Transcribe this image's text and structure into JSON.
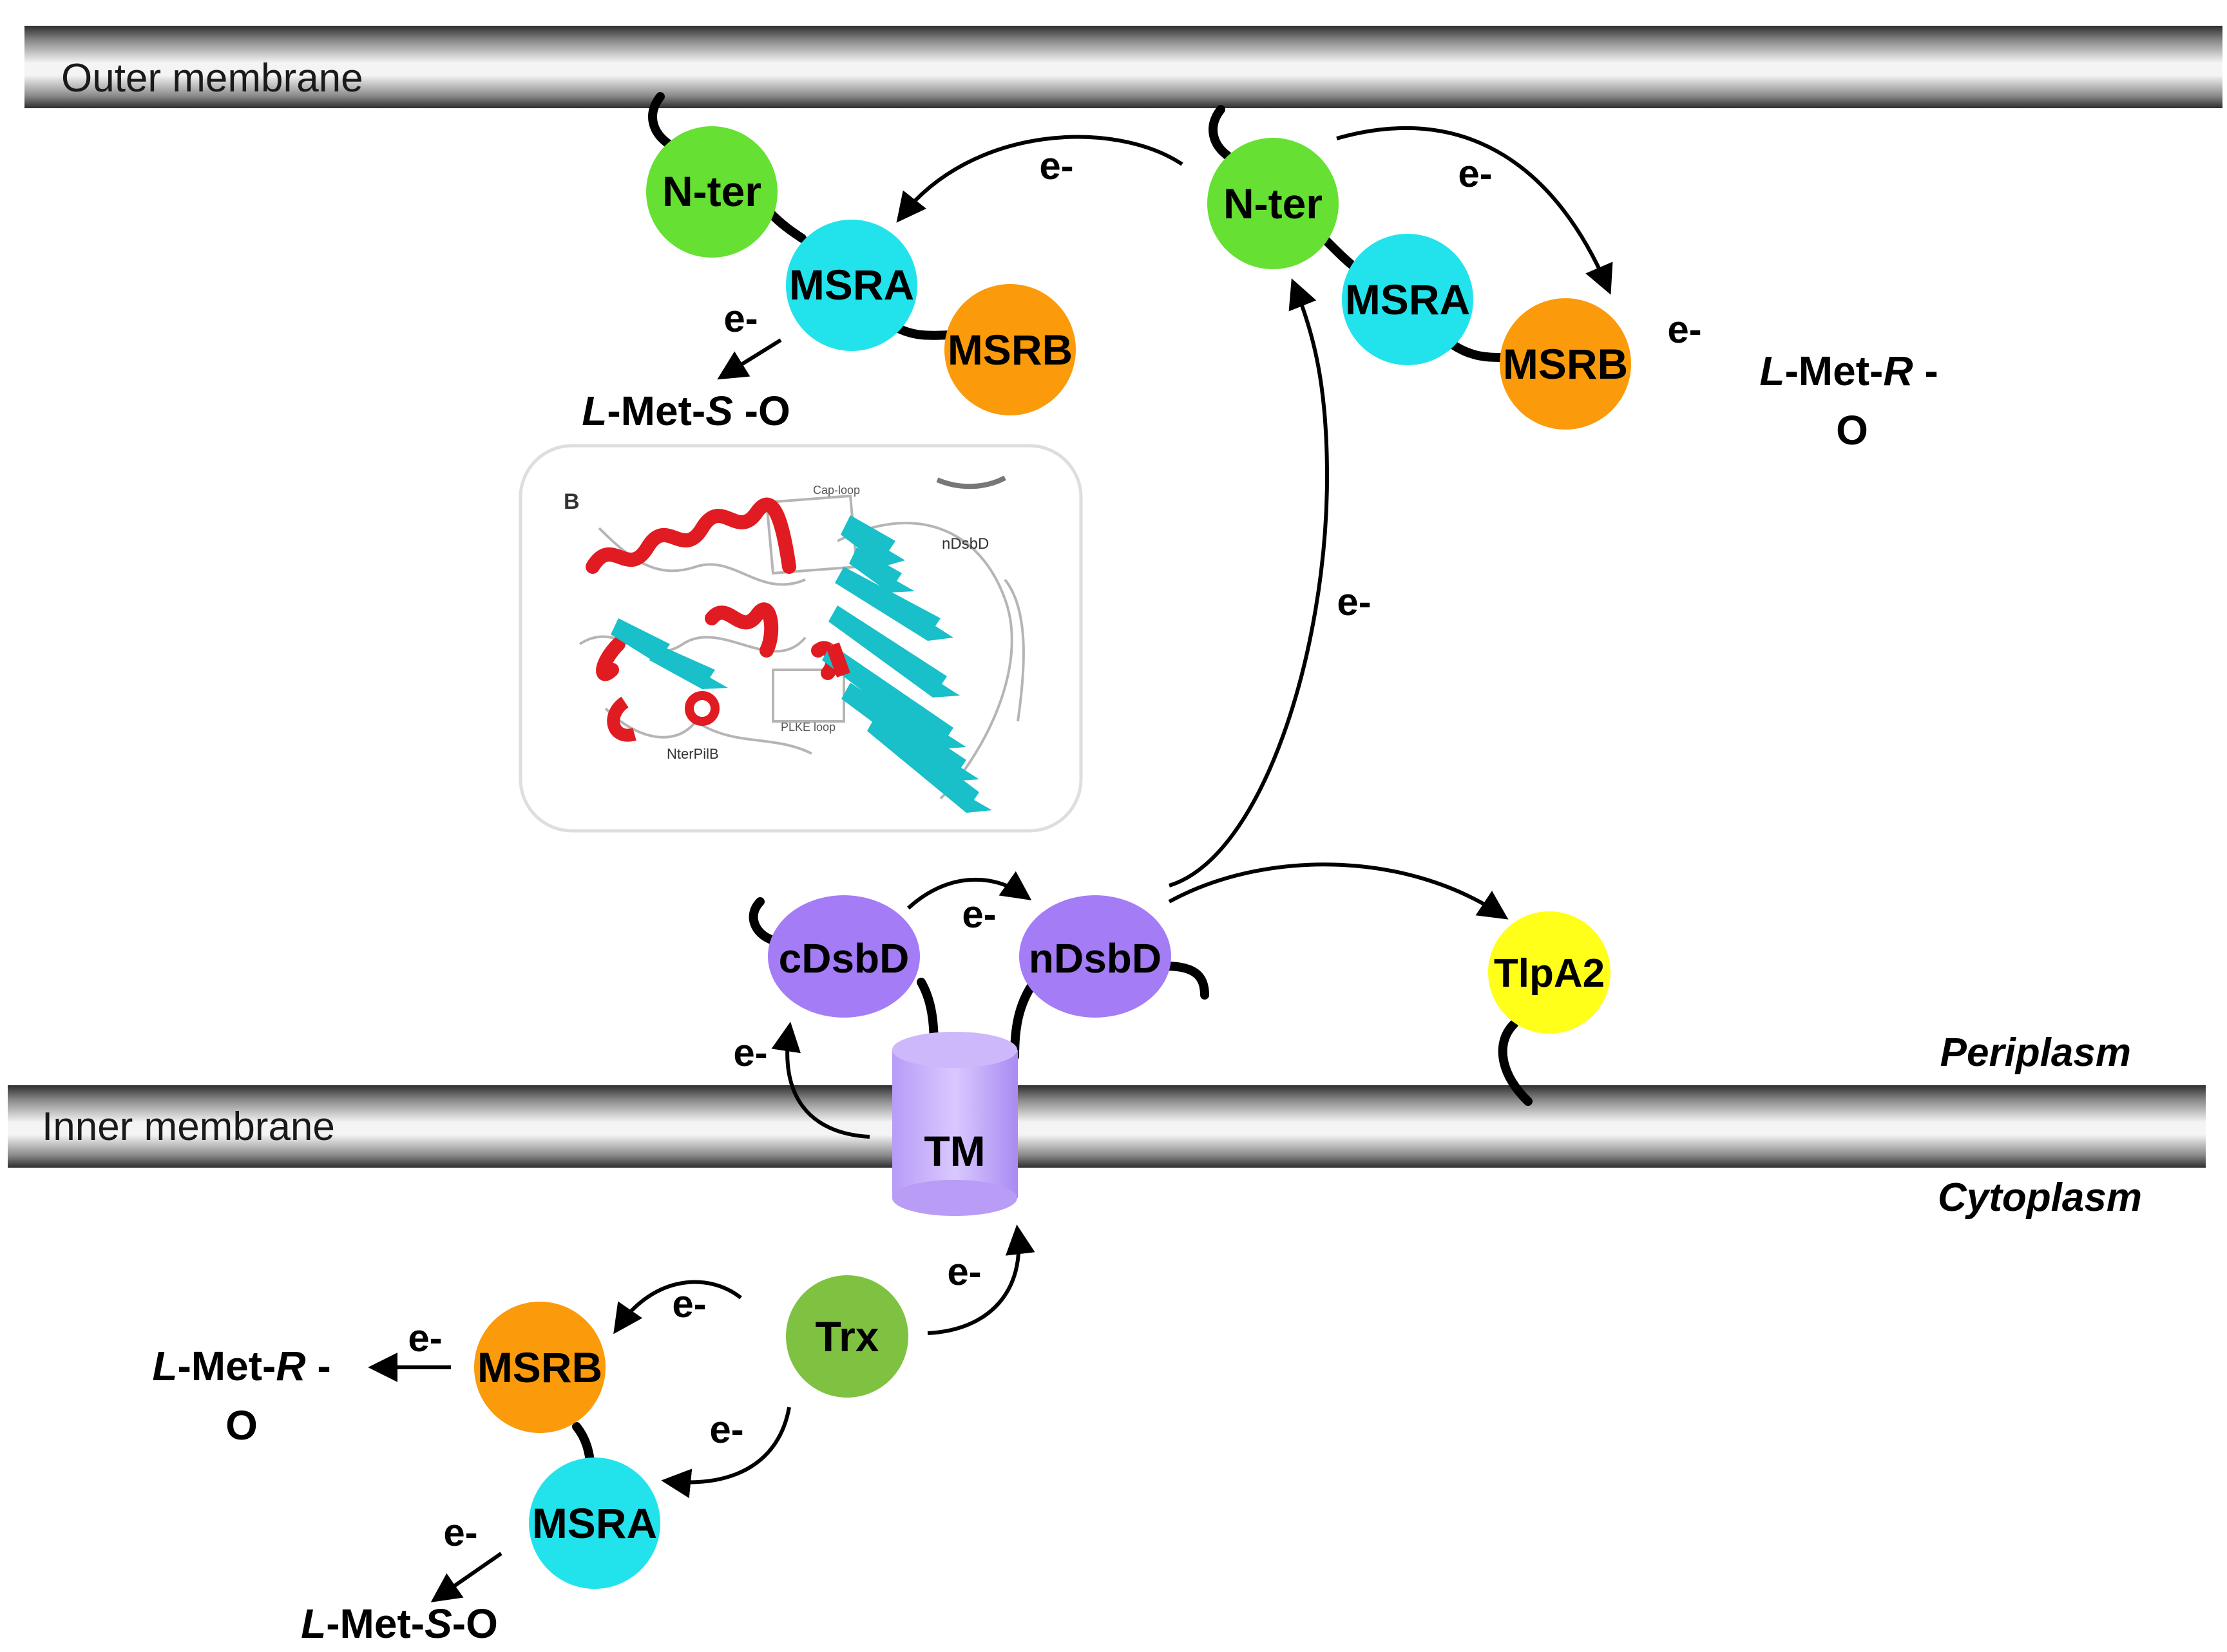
{
  "membranes": {
    "outer_label": "Outer membrane",
    "inner_label": "Inner membrane"
  },
  "compartments": {
    "periplasm": "Periplasm",
    "cytoplasm": "Cytoplasm"
  },
  "proteins": {
    "nter_left": "N-ter",
    "msra_left": "MSRA",
    "msrb_left": "MSRB",
    "nter_right": "N-ter",
    "msra_right": "MSRA",
    "msrb_right": "MSRB",
    "cdsbd": "cDsbD",
    "ndsbd": "nDsbD",
    "tm": "TM",
    "tlpa2": "TlpA2",
    "trx": "Trx",
    "msrb_cyto": "MSRB",
    "msra_cyto": "MSRA"
  },
  "electron_label": "e-",
  "products": {
    "met_s_o_top": {
      "l": "L",
      "met": "-Met-",
      "s": "S",
      "o": " -O"
    },
    "met_r_o_top": {
      "l": "L",
      "met": "-Met-",
      "r": "R",
      "dash": " -",
      "o": "O"
    },
    "met_r_o_cyto": {
      "l": "L",
      "met": "-Met-",
      "r": "R",
      "dash": " -",
      "o": "O"
    },
    "met_s_o_cyto": {
      "l": "L",
      "met": "-Met-",
      "s": "S",
      "o": "-O"
    }
  },
  "structure_inset": {
    "panel_letter": "B",
    "labels": [
      "Cap-loop",
      "nDsbD",
      "PLKE loop",
      "NterPilB"
    ]
  },
  "colors": {
    "nter": "#66e033",
    "msra": "#22e3ec",
    "msrb": "#fb9a0a",
    "dsbd": "#a47cf5",
    "tlpa2": "#ffff1a",
    "trx": "#7fc241",
    "membrane_dark": "#3a3a3a",
    "membrane_light": "#f2f2f2",
    "helix": "#e11b22",
    "sheet": "#19bfc9"
  }
}
